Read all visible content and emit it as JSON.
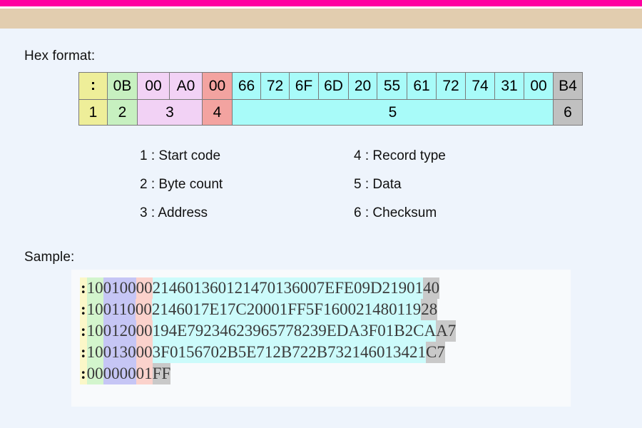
{
  "decor": {
    "top_bar_magenta_color": "#ff00a0",
    "top_bar_tan_color": "#e2cdaf",
    "page_background_color": "#eef4fc"
  },
  "headings": {
    "hex_format": "Hex format:",
    "sample": "Sample:"
  },
  "hex_format_table": {
    "colors": {
      "start_code": "#eeee99",
      "byte_count": "#c7f0c0",
      "address": "#f2d2f5",
      "record_type": "#f3a3a0",
      "data": "#a8fbf9",
      "checksum": "#c0c0c0"
    },
    "value_cells": {
      "start_code": ":",
      "byte_count": "0B",
      "address": [
        "00",
        "A0"
      ],
      "record_type": "00",
      "data": [
        "66",
        "72",
        "6F",
        "6D",
        "20",
        "55",
        "61",
        "72",
        "74",
        "31",
        "00"
      ],
      "checksum": "B4"
    },
    "label_cells": {
      "start_code": "1",
      "byte_count": "2",
      "address": "3",
      "record_type": "4",
      "data": "5",
      "checksum": "6"
    }
  },
  "legend": {
    "rows": [
      {
        "left": "1 : Start code",
        "right": "4 : Record type"
      },
      {
        "left": "2 : Byte count",
        "right": "5 : Data"
      },
      {
        "left": "3 : Address",
        "right": "6 : Checksum"
      }
    ]
  },
  "sample": {
    "lines": [
      {
        "start_code": ":",
        "byte_count": "10",
        "address": "0100",
        "record_type": "00",
        "data": "214601360121470136007EFE09D21901",
        "checksum": "40"
      },
      {
        "start_code": ":",
        "byte_count": "10",
        "address": "0110",
        "record_type": "00",
        "data": "2146017E17C20001FF5F160021480119",
        "checksum": "28"
      },
      {
        "start_code": ":",
        "byte_count": "10",
        "address": "0120",
        "record_type": "00",
        "data": "194E79234623965778239EDA3F01B2CA",
        "checksum": "A7"
      },
      {
        "start_code": ":",
        "byte_count": "10",
        "address": "0130",
        "record_type": "00",
        "data": "3F0156702B5E712B722B732146013421",
        "checksum": "C7"
      },
      {
        "start_code": ":",
        "byte_count": "00",
        "address": "0000",
        "record_type": "01",
        "data": "",
        "checksum": "FF"
      }
    ]
  }
}
